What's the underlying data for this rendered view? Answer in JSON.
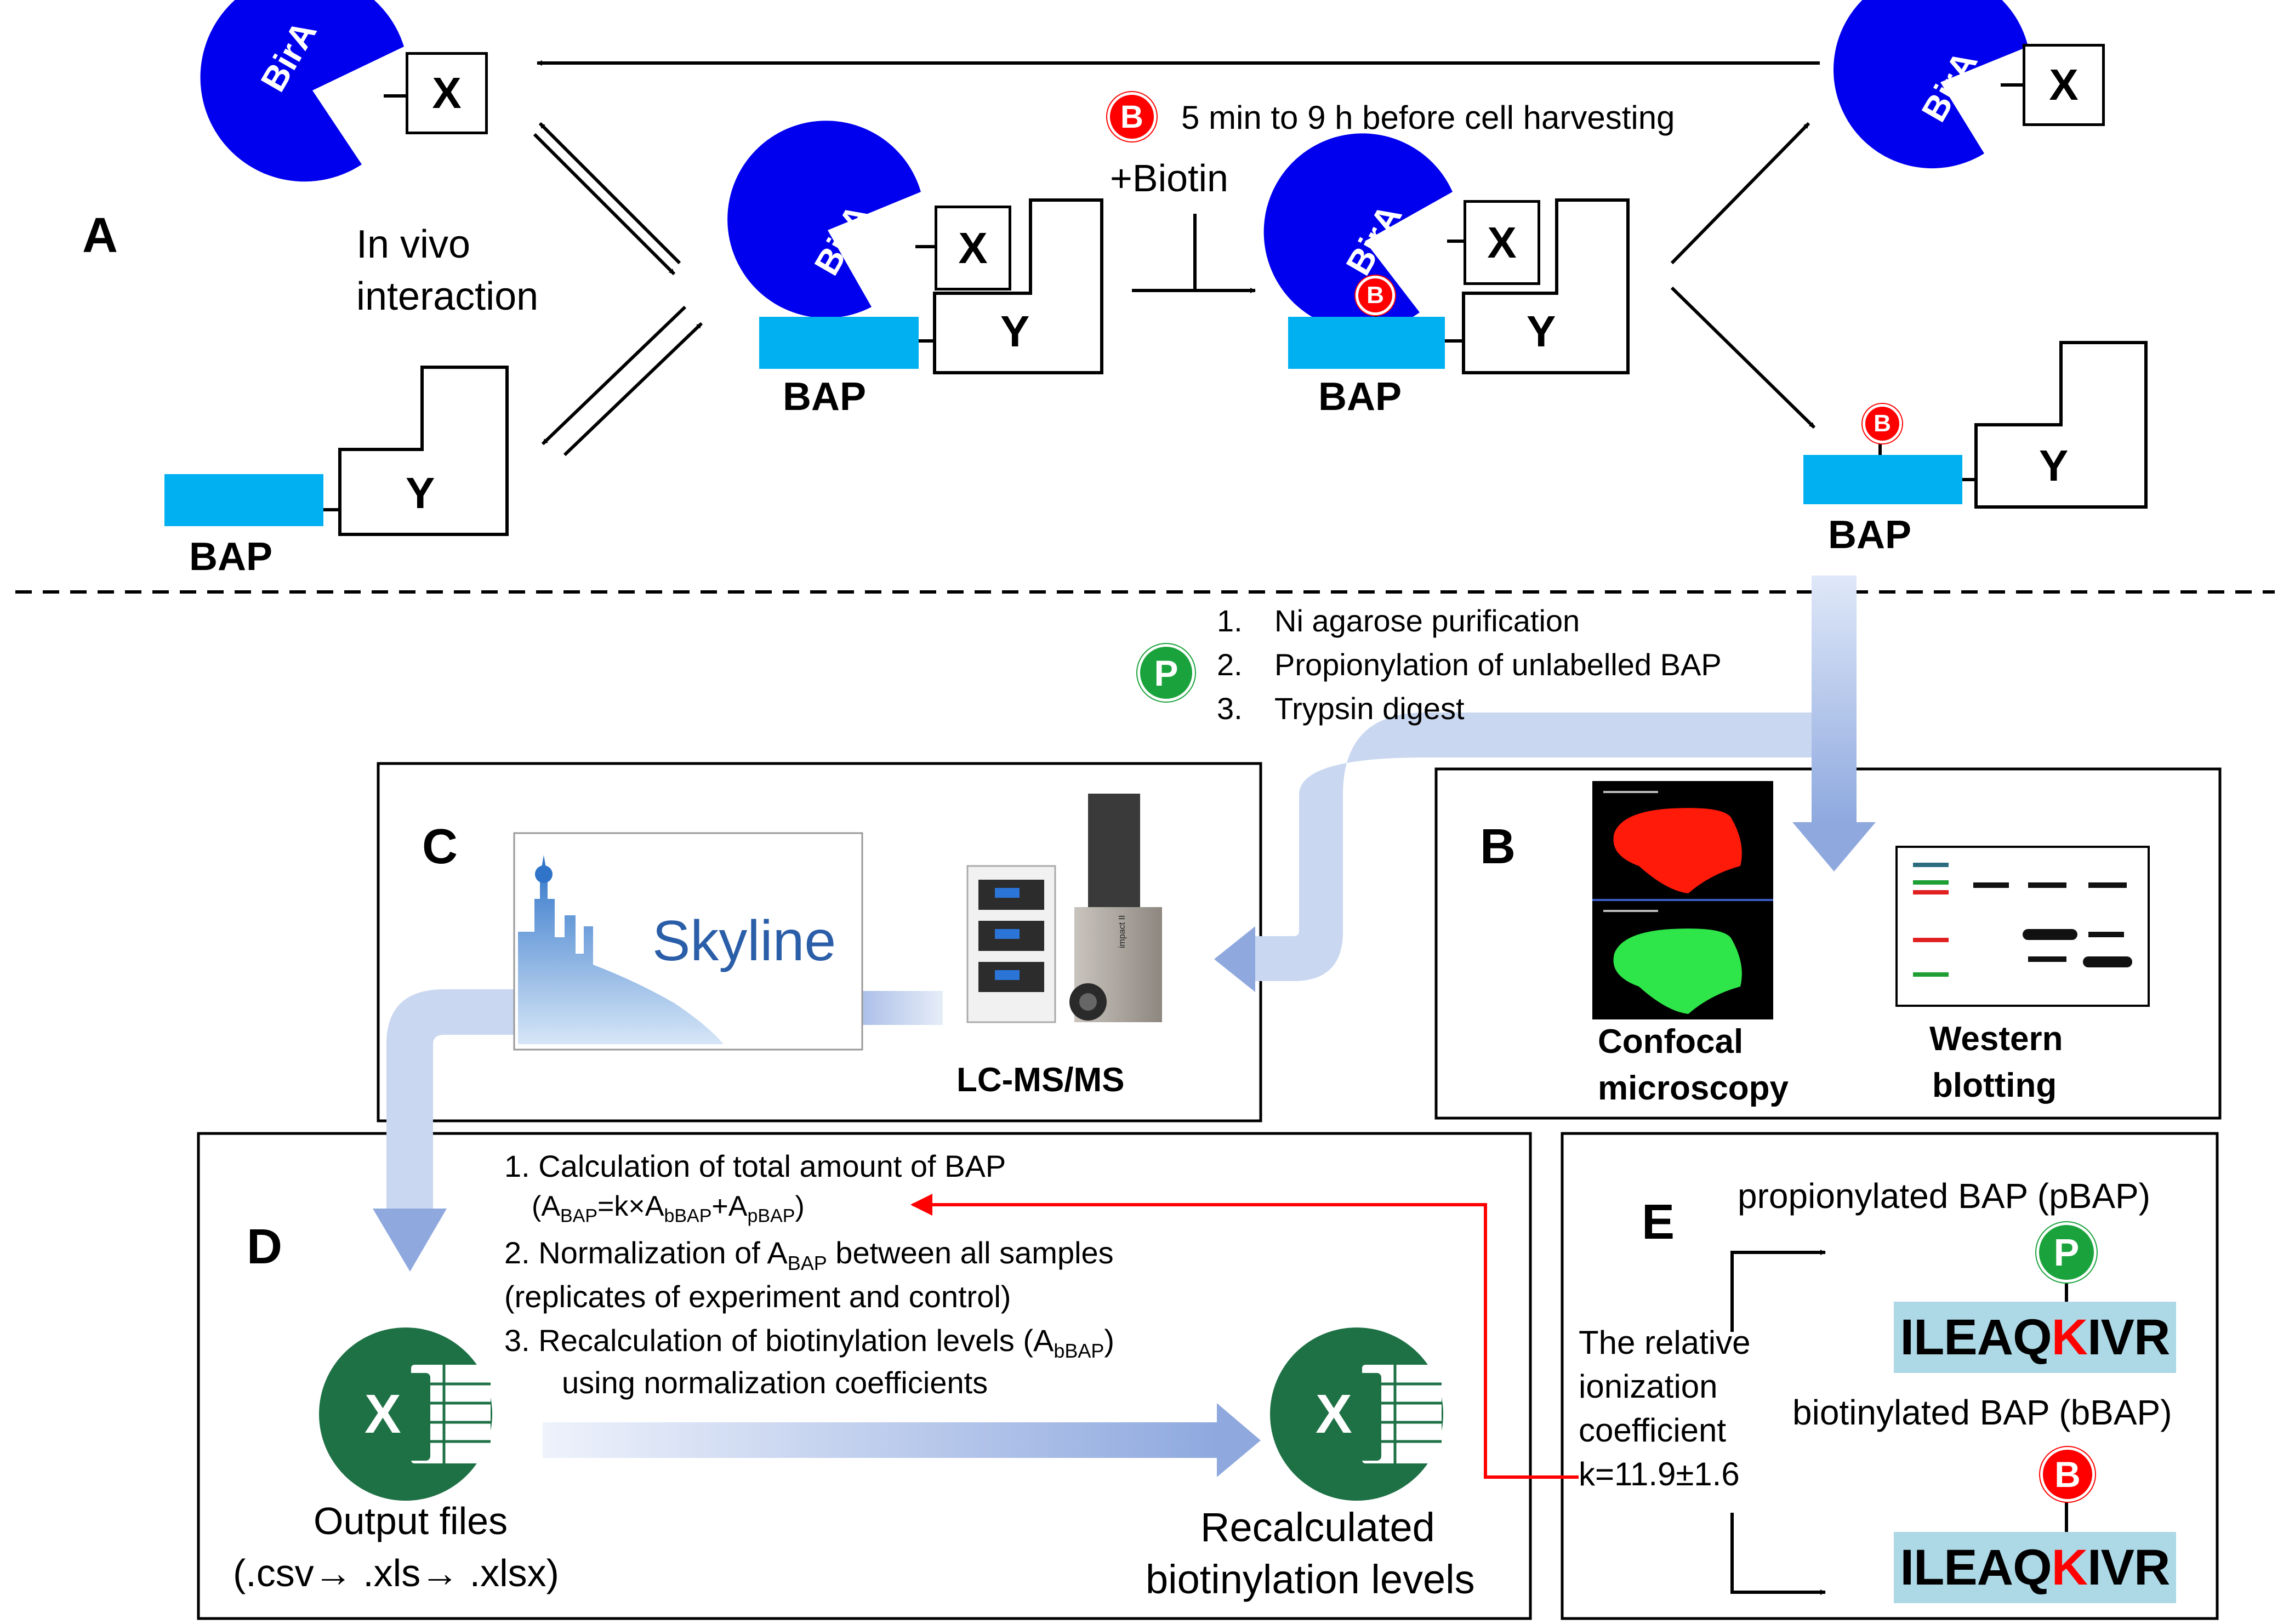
{
  "panels": {
    "a": "A",
    "b": "B",
    "c": "C",
    "d": "D",
    "e": "E"
  },
  "labels": {
    "bira": "BirA",
    "x": "X",
    "y": "Y",
    "bap": "BAP",
    "in_vivo": "In vivo",
    "interaction": "interaction",
    "biotin_timing": "5 min to 9 h before cell harvesting",
    "plus_biotin": "+Biotin",
    "badge_b": "B",
    "badge_p": "P"
  },
  "steps": [
    {
      "num": "1.",
      "text": "Ni agarose purification"
    },
    {
      "num": "2.",
      "text": "Propionylation of unlabelled BAP"
    },
    {
      "num": "3.",
      "text": "Trypsin digest"
    }
  ],
  "panel_b": {
    "confocal_1": "Confocal",
    "confocal_2": "microscopy",
    "western_1": "Western",
    "western_2": "blotting"
  },
  "panel_c": {
    "skyline": "Skyline",
    "lcms": "LC-MS/MS",
    "instrument_label": "impact II"
  },
  "panel_d": {
    "line1": "1. Calculation of total amount of BAP",
    "formula_open": "(A",
    "sub_bap": "BAP",
    "formula_mid1": "=k×A",
    "sub_bbap": "bBAP",
    "formula_mid2": "+A",
    "sub_pbap": "pBAP",
    "formula_close": ")",
    "line2a": "2. Normalization of A",
    "line2_sub": "BAP",
    "line2b": " between all samples",
    "line3": "(replicates of experiment and control)",
    "line4a": "3. Recalculation of biotinylation levels (A",
    "line4_sub": "bBAP",
    "line4b": ")",
    "line5": "using normalization coefficients",
    "output_1": "Output files",
    "output_2": "(.csv→  .xls→ .xlsx)",
    "recalc_1": "Recalculated",
    "recalc_2": "biotinylation levels",
    "excel_letter": "X"
  },
  "panel_e": {
    "pbap_label": "propionylated BAP (pBAP)",
    "bbap_label": "biotinylated BAP (bBAP)",
    "sequence_pre": "ILEAQ",
    "sequence_k": "K",
    "sequence_post": "IVR",
    "coef_1": "The relative",
    "coef_2": "ionization",
    "coef_3": "coefficient",
    "coef_4": "k=11.9±1.6"
  },
  "colors": {
    "bira": "#0000ee",
    "bap": "#00b0f0",
    "biotin": "#ff0000",
    "propionyl": "#1aa33c",
    "flow_arrow": "#9fb6e3",
    "excel": "#1e7145",
    "red_arrow": "#ff0000",
    "seq_bg": "#add8e6"
  }
}
